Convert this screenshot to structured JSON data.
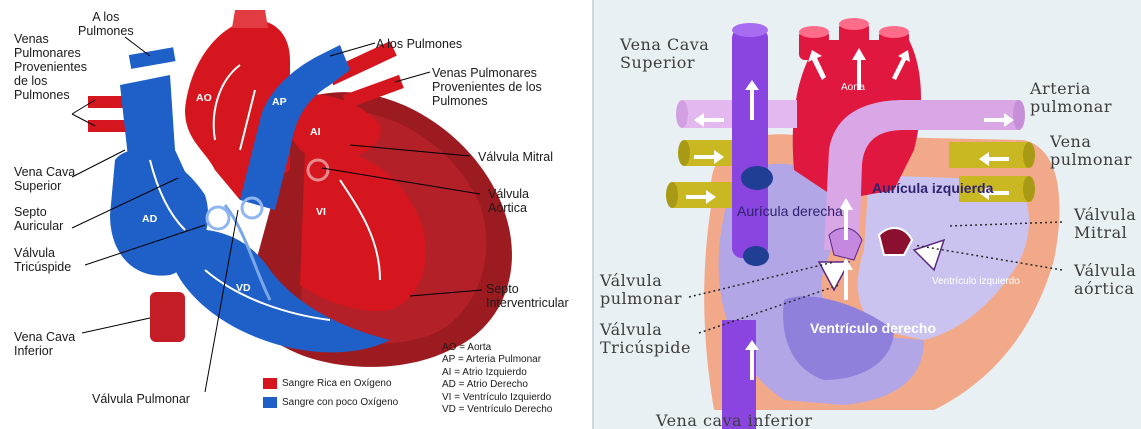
{
  "left": {
    "labels": {
      "a_los_pulmones_top": "A los\nPulmones",
      "a_los_pulmones_right": "A los Pulmones",
      "venas_left": "Venas\nPulmonares\nProvenientes\nde los\nPulmones",
      "venas_right": "Venas Pulmonares\nProvenientes de los\nPulmones",
      "vena_cava_superior": "Vena Cava\nSuperior",
      "septo_auricular": "Septo\nAuricular",
      "valvula_tricuspide": "Válvula\nTricúspide",
      "vena_cava_inferior": "Vena Cava\nInferior",
      "valvula_pulmonar": "Válvula Pulmonar",
      "valvula_mitral": "Válvula Mitral",
      "valvula_aortica": "Válvula\nAórtica",
      "septo_interventricular": "Septo\nInterventricular"
    },
    "chambers": {
      "ao": "AO",
      "ap": "AP",
      "ai": "AI",
      "ad": "AD",
      "vi": "VI",
      "vd": "VD"
    },
    "abbreviations": "AO = Aorta\nAP = Arteria Pulmonar\nAI = Atrio Izquierdo\nAD = Atrio Derecho\nVI = Ventrículo Izquierdo\nVD = Ventrículo Derecho",
    "legend": [
      {
        "label": "Sangre Rica en Oxígeno",
        "color": "#d6161e"
      },
      {
        "label": "Sangre con poco Oxígeno",
        "color": "#1e5fc8"
      }
    ]
  },
  "right": {
    "labels": {
      "vena_cava_superior": "Vena Cava\nSuperior",
      "arteria_pulmonar": "Arteria\npulmonar",
      "vena_pulmonar": "Vena\npulmonar",
      "valvula_mitral": "Válvula\nMitral",
      "valvula_aortica": "Válvula\naórtica",
      "valvula_pulmonar": "Válvula\npulmonar",
      "valvula_tricuspide": "Válvula\nTricúspide",
      "vena_cava_inferior": "Vena cava inferior"
    },
    "chambers": {
      "aorta": "Aorta",
      "auricula_derecha": "Aurícula\nderecha",
      "auricula_izquierda": "Aurícula\nizquierda",
      "ventriculo_izquierdo": "Ventrículo\nizquierdo",
      "ventriculo_derecho": "Ventrículo\nderecho"
    }
  }
}
